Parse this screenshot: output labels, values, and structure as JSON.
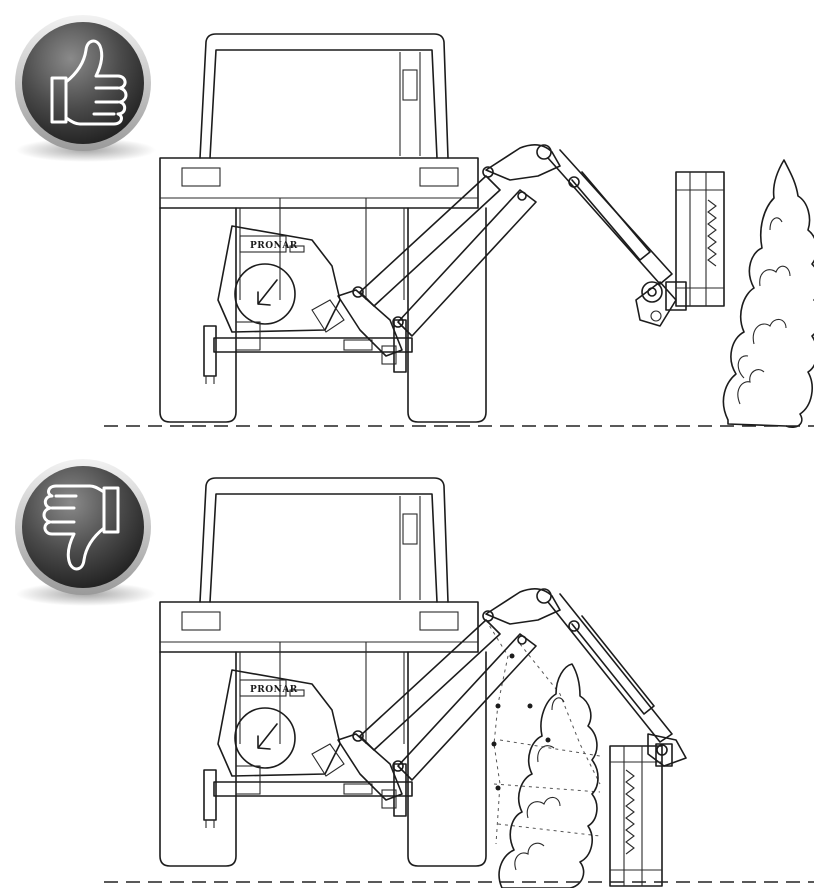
{
  "panels": [
    {
      "id": "correct",
      "verdict_icon": "thumbs-up-icon",
      "brand_label": "PRONAR"
    },
    {
      "id": "incorrect",
      "verdict_icon": "thumbs-down-icon",
      "brand_label": "PRONAR"
    }
  ],
  "colors": {
    "line": "#1c1c1c",
    "badge_dark": "#3c3c3c",
    "badge_rim": "#c8c8c8"
  }
}
